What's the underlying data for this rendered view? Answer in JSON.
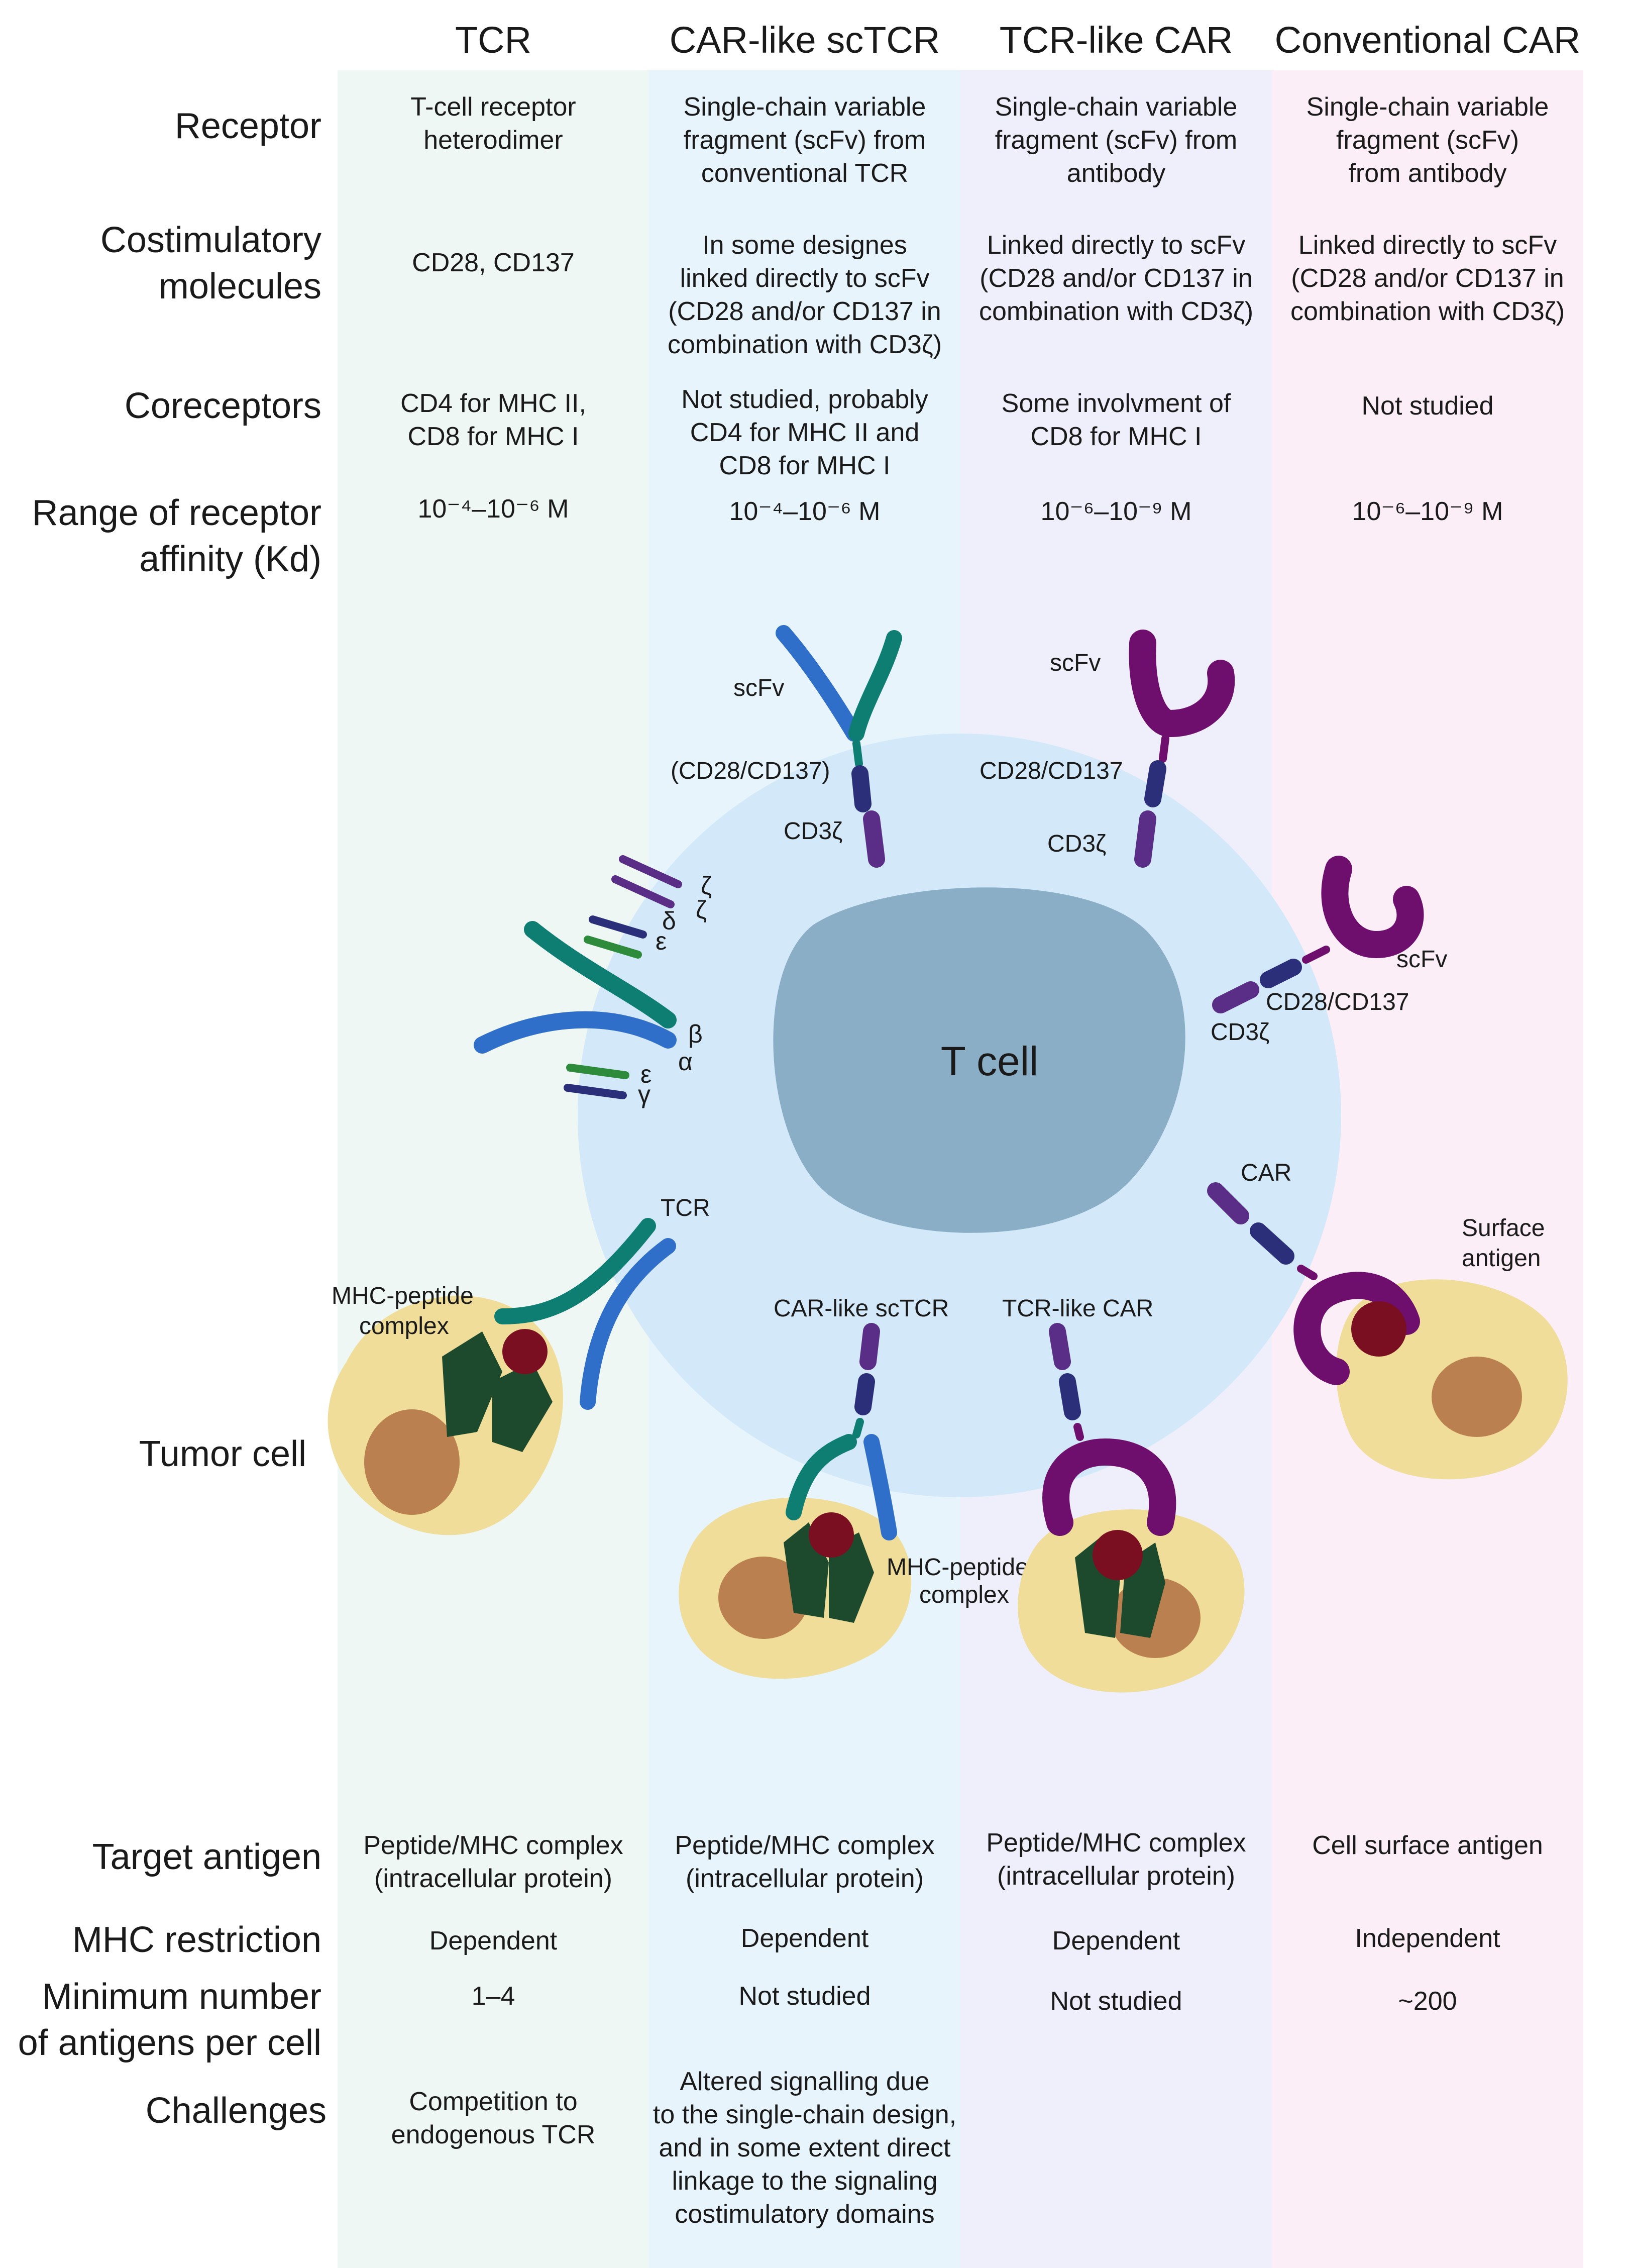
{
  "columns": [
    {
      "title": "TCR",
      "color": "#eef7f3"
    },
    {
      "title": "CAR-like scTCR",
      "color": "#e7f4fb"
    },
    {
      "title": "TCR-like CAR",
      "color": "#eeeffb"
    },
    {
      "title": "Conventional CAR",
      "color": "#fbeef7"
    }
  ],
  "rows_top": {
    "receptor": {
      "label": "Receptor",
      "cells": [
        "T-cell receptor\nheterodimer",
        "Single-chain variable\nfragment (scFv)  from\nconventional TCR",
        "Single-chain variable\nfragment (scFv)  from\nantibody",
        "Single-chain variable\nfragment (scFv)\nfrom antibody"
      ]
    },
    "costim": {
      "label": "Costimulatory\nmolecules",
      "cells": [
        "CD28, CD137",
        "In some designes\nlinked directly to scFv\n(CD28 and/or CD137 in\ncombination with CD3ζ)",
        "Linked directly to scFv\n(CD28 and/or CD137 in\ncombination with CD3ζ)",
        "Linked directly to scFv\n(CD28 and/or CD137 in\ncombination with CD3ζ)"
      ]
    },
    "coreceptors": {
      "label": "Coreceptors",
      "cells": [
        "CD4 for MHC II,\nCD8 for MHC I",
        "Not studied, probably\nCD4 for MHC II and\nCD8 for MHC I",
        "Some involvment  of\nCD8 for MHC I",
        "Not studied"
      ]
    },
    "affinity": {
      "label": "Range of receptor\naffinity (Kd)",
      "cells": [
        "10⁻⁴–10⁻⁶ M",
        "10⁻⁴–10⁻⁶ M",
        "10⁻⁶–10⁻⁹ M",
        "10⁻⁶–10⁻⁹ M"
      ]
    }
  },
  "rows_bottom": {
    "target": {
      "label": "Target antigen",
      "cells": [
        "Peptide/MHC complex\n(intracellular protein)",
        "Peptide/MHC complex\n(intracellular protein)",
        "Peptide/MHC complex\n(intracellular protein)",
        "Cell surface antigen"
      ]
    },
    "mhc": {
      "label": "MHC restriction",
      "cells": [
        "Dependent",
        "Dependent",
        "Dependent",
        "Independent"
      ]
    },
    "minnum": {
      "label": "Minimum number\nof antigens per cell",
      "cells": [
        "1–4",
        "Not studied",
        "Not studied",
        "~200"
      ]
    },
    "challenges": {
      "label": "Challenges",
      "cells": [
        "Competition to\nendogenous TCR",
        "Altered signalling due\nto the single-chain  design,\nand in some extent direct\nlinkage to the signaling\ncostimulatory domains",
        "",
        ""
      ]
    }
  },
  "diagram": {
    "tcell": "T cell",
    "tumor_label": "Tumor cell",
    "tcr_label": "TCR",
    "mhc_peptide_1": "MHC-peptide\ncomplex",
    "mhc_peptide_2": "MHC-peptide\ncomplex",
    "car_like_label": "CAR-like scTCR",
    "tcr_like_label": "TCR-like CAR",
    "car_label": "CAR",
    "surface_antigen": "Surface\nantigen",
    "scfv": "scFv",
    "cd28_paren": "(CD28/CD137)",
    "cd28": "CD28/CD137",
    "cd3z": "CD3ζ",
    "greek": {
      "zeta": "ζ",
      "delta": "δ",
      "epsilon": "ε",
      "beta": "β",
      "alpha": "α",
      "gamma": "γ"
    },
    "colors": {
      "teal": "#0e7d72",
      "blue": "#2f6fc9",
      "navy": "#2b2f7a",
      "purple": "#5a2d86",
      "magenta": "#6e0f6d",
      "green": "#2e8b3c",
      "darkgreen": "#1d4a2c",
      "peptide": "#7a0f22",
      "tumor": "#efdd99",
      "nucleus": "#bb8050",
      "cellbg": "#d3e9f9",
      "tnucleus": "#8aaec6"
    }
  }
}
